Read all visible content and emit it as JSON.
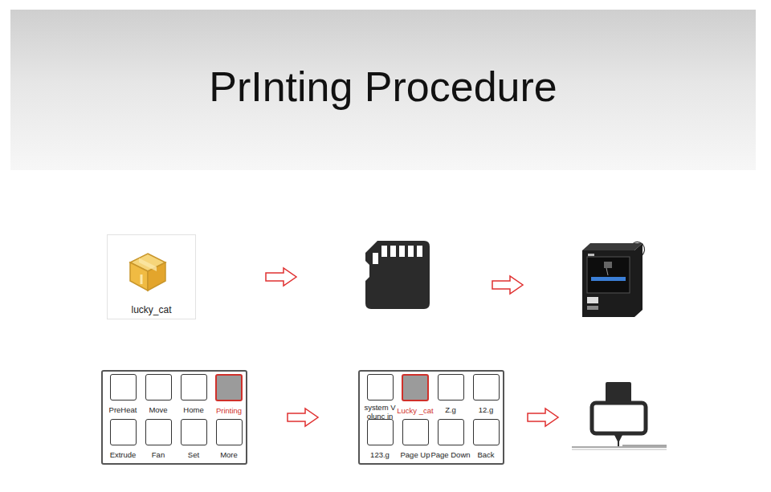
{
  "diagram": {
    "title": "PrInting Procedure",
    "nodes": [
      {
        "text": [
          "lucky_cat"
        ]
      },
      {
        "text": []
      },
      {
        "text": [
          "PreHeat"
        ],
        "in": 1
      },
      {
        "text": [
          "Move"
        ],
        "in": 1
      },
      {
        "text": [
          "Home"
        ],
        "in": 1
      },
      {
        "text": [
          "Printing"
        ],
        "in": 1
      },
      {
        "text": [
          "Extrude"
        ],
        "in": 1
      },
      {
        "text": [
          "Fan"
        ],
        "in": 1
      },
      {
        "text": [
          "Set"
        ],
        "in": 1
      },
      {
        "text": [
          "More"
        ],
        "in": 1
      },
      {
        "text": []
      },
      {
        "text": [
          "system V olunc in"
        ],
        "in": 10
      },
      {
        "text": [
          "Lucky _cat"
        ],
        "in": 10
      },
      {
        "text": [
          "Z.g"
        ],
        "in": 10
      },
      {
        "text": [
          "12.g"
        ],
        "in": 10
      },
      {
        "text": [
          "123.g"
        ],
        "in": 10
      },
      {
        "text": [
          "Page Up"
        ],
        "in": 10
      },
      {
        "text": [
          "Page Down"
        ],
        "in": 10
      },
      {
        "text": [
          "Back"
        ],
        "in": 10
      }
    ],
    "edges": [
      {
        "from": 1,
        "to": 10,
        "arrow": "to"
      }
    ]
  }
}
